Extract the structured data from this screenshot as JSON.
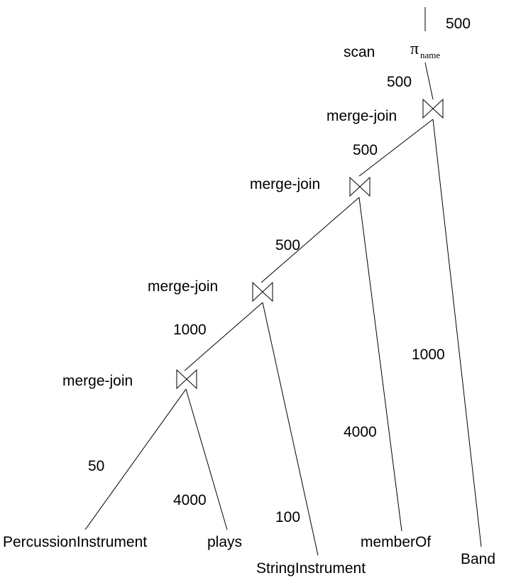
{
  "plan": {
    "projection": {
      "symbol": "π",
      "subscript": "name",
      "output_card": "500"
    },
    "scan_label": "scan",
    "joins": [
      {
        "id": "j1",
        "label": "merge-join",
        "output_card": "500"
      },
      {
        "id": "j2",
        "label": "merge-join",
        "output_card": "500"
      },
      {
        "id": "j3",
        "label": "merge-join",
        "output_card": "500"
      },
      {
        "id": "j4",
        "label": "merge-join",
        "output_card": "1000"
      }
    ],
    "relations": [
      {
        "id": "percussion",
        "name": "PercussionInstrument",
        "card": "50"
      },
      {
        "id": "plays",
        "name": "plays",
        "card": "4000"
      },
      {
        "id": "string",
        "name": "StringInstrument",
        "card": "100"
      },
      {
        "id": "memberof",
        "name": "memberOf",
        "card": "4000"
      },
      {
        "id": "band",
        "name": "Band",
        "card": "1000"
      }
    ]
  }
}
